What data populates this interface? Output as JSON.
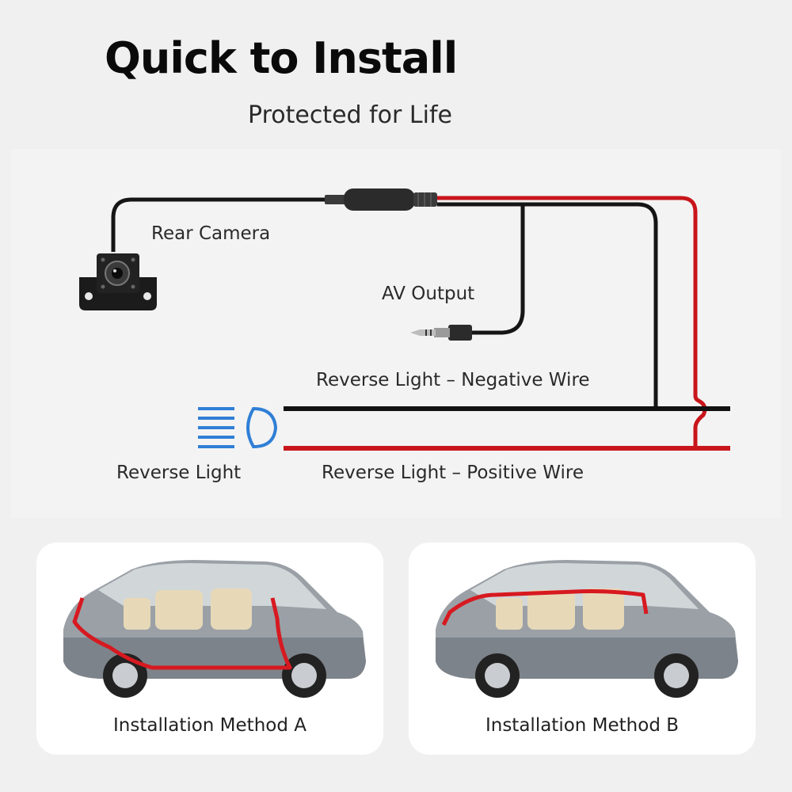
{
  "header": {
    "title": "Quick to Install",
    "subtitle": "Protected for Life"
  },
  "diagram": {
    "rear_camera_label": "Rear Camera",
    "av_output_label": "AV Output",
    "negative_wire_label": "Reverse Light – Negative Wire",
    "positive_wire_label": "Reverse Light – Positive Wire",
    "reverse_light_label": "Reverse Light",
    "colors": {
      "positive_wire": "#c8161b",
      "negative_wire": "#111111",
      "reverse_light_icon": "#2f7fd6"
    }
  },
  "methods": [
    {
      "caption": "Installation Method A",
      "route_color": "#d71920"
    },
    {
      "caption": "Installation Method B",
      "route_color": "#d71920"
    }
  ]
}
